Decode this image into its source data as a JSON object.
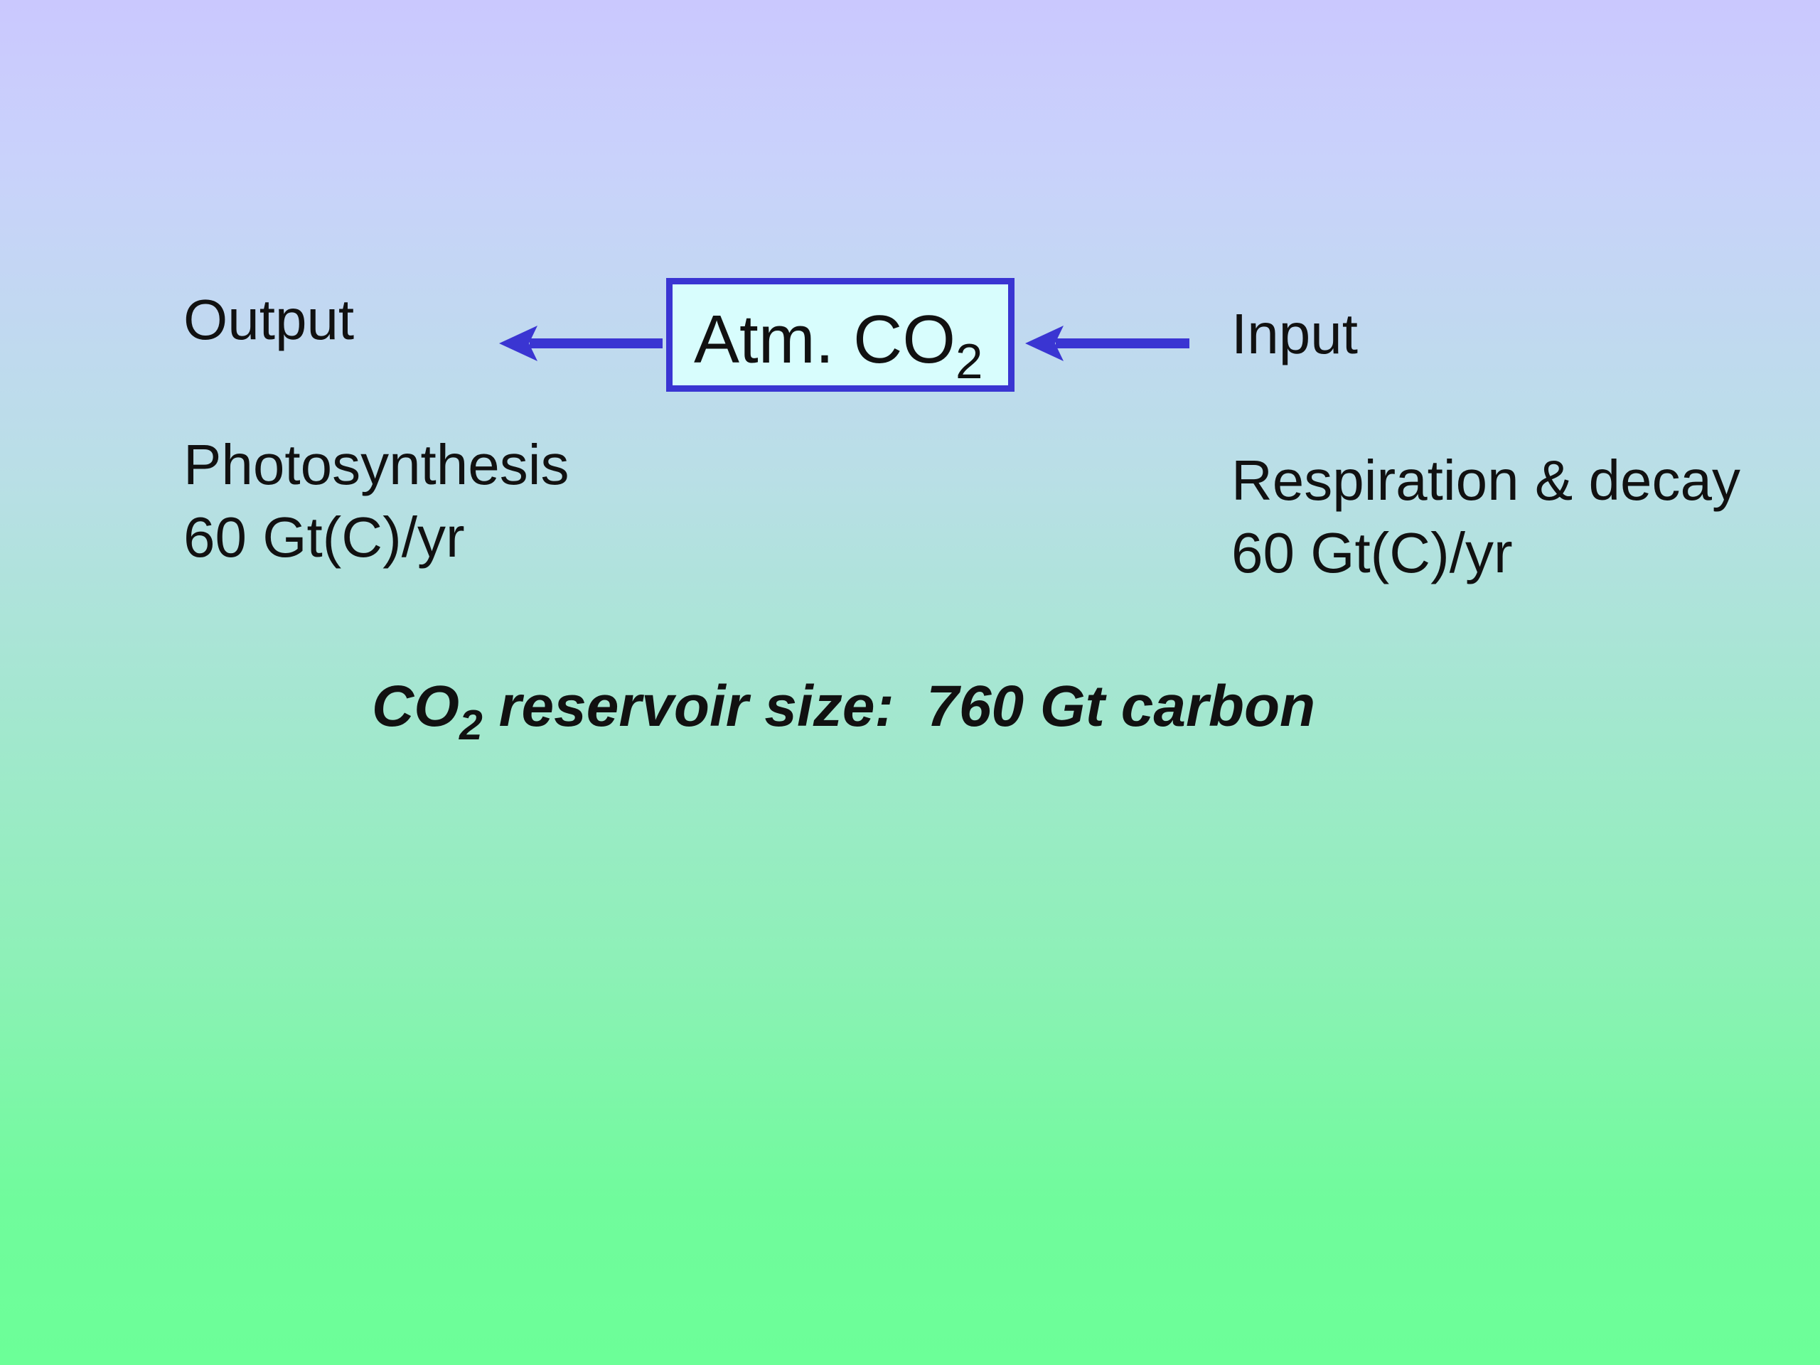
{
  "output": {
    "heading": "Output",
    "process": "Photosynthesis",
    "rate": "60 Gt(C)/yr"
  },
  "center_box": {
    "label": "Atm. CO",
    "subscript": "2"
  },
  "input": {
    "heading": "Input",
    "process": "Respiration & decay",
    "rate": "60 Gt(C)/yr"
  },
  "reservoir": {
    "prefix": "CO",
    "subscript": "2",
    "text": " reservoir size:  760 Gt carbon"
  },
  "colors": {
    "arrow": "#3a35d2",
    "box_border": "#3a35d2",
    "box_fill": "#d8fdfd"
  }
}
